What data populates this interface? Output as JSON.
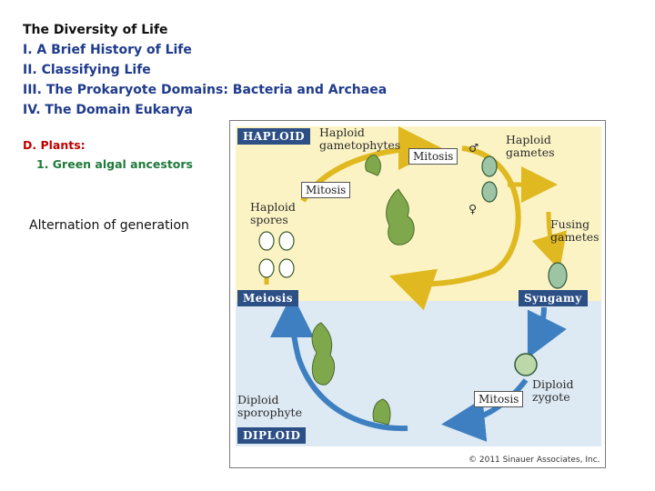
{
  "outline": {
    "title": "The Diversity of Life",
    "items": [
      "I. A Brief History of Life",
      "II. Classifying Life",
      "III. The Prokaryote Domains: Bacteria and Archaea",
      "IV. The Domain Eukarya"
    ],
    "subsection": "D. Plants:",
    "subitem": "1. Green algal ancestors",
    "note": "Alternation of generation"
  },
  "figure": {
    "haploid_bar": "HAPLOID",
    "diploid_bar": "DIPLOID",
    "meiosis_bar": "Meiosis",
    "syngamy_bar": "Syngamy",
    "haploid_gametophytes": [
      "Haploid",
      "gametophytes"
    ],
    "haploid_gametes": [
      "Haploid",
      "gametes"
    ],
    "haploid_spores": [
      "Haploid",
      "spores"
    ],
    "fusing_gametes": [
      "Fusing",
      "gametes"
    ],
    "diploid_zygote": [
      "Diploid",
      "zygote"
    ],
    "diploid_sporophyte": [
      "Diploid",
      "sporophyte"
    ],
    "mitosis_top": "Mitosis",
    "mitosis_left": "Mitosis",
    "mitosis_bottom": "Mitosis",
    "male_symbol": "♂",
    "female_symbol": "♀",
    "copyright": "© 2011 Sinauer Associates, Inc.",
    "colors": {
      "haploid_bg": "#fbf3c4",
      "diploid_bg": "#dde9f3",
      "bar_navy": "#2c4f86",
      "haploid_arrow": "#e0b820",
      "diploid_arrow": "#3d7fc0",
      "plant_green": "#7fa84c"
    }
  }
}
